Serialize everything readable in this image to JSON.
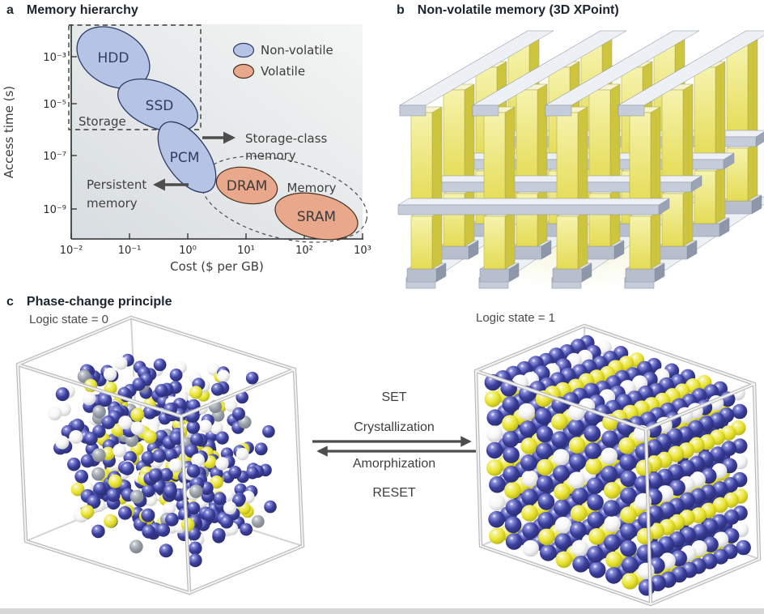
{
  "panels": {
    "a": {
      "tag": "a",
      "title": "Memory hierarchy"
    },
    "b": {
      "tag": "b",
      "title": "Non-volatile memory (3D XPoint)"
    },
    "c": {
      "tag": "c",
      "title": "Phase-change principle"
    }
  },
  "chart_data": {
    "type": "scatter",
    "title": "Memory hierarchy",
    "xlabel": "Cost ($ per GB)",
    "ylabel": "Access time (s)",
    "x_scale": "log",
    "y_scale": "log",
    "x_range": [
      0.01,
      1000
    ],
    "y_range": [
      1e-10,
      0.01
    ],
    "grid": false,
    "x_ticks": [
      "10⁻²",
      "10⁻¹",
      "10⁰",
      "10¹",
      "10²",
      "10³"
    ],
    "y_ticks": [
      "10⁻³",
      "10⁻⁵",
      "10⁻⁷",
      "10⁻⁹"
    ],
    "legend_position": "top-right",
    "legend": [
      {
        "label": "Non-volatile",
        "color": "#b5c4e4"
      },
      {
        "label": "Volatile",
        "color": "#e9a88c"
      }
    ],
    "items": [
      {
        "label": "HDD",
        "category": "non-volatile",
        "cost_usd_per_gb": 0.05,
        "access_time_s": 0.001
      },
      {
        "label": "SSD",
        "category": "non-volatile",
        "cost_usd_per_gb": 0.3,
        "access_time_s": 1e-05
      },
      {
        "label": "PCM",
        "category": "non-volatile",
        "cost_usd_per_gb": 1,
        "access_time_s": 1e-07
      },
      {
        "label": "DRAM",
        "category": "volatile",
        "cost_usd_per_gb": 10,
        "access_time_s": 8e-09
      },
      {
        "label": "SRAM",
        "category": "volatile",
        "cost_usd_per_gb": 150,
        "access_time_s": 5e-10
      }
    ],
    "groups": [
      {
        "label": "Storage",
        "style": "dashed-rectangle",
        "members": [
          "HDD",
          "SSD"
        ]
      },
      {
        "label": "Memory",
        "style": "dashed-ellipse",
        "members": [
          "DRAM",
          "SRAM"
        ]
      }
    ],
    "annotations": [
      {
        "line1": "Storage-class",
        "line2": "memory",
        "arrow": "right"
      },
      {
        "line1": "Persistent",
        "line2": "memory",
        "arrow": "left"
      }
    ]
  },
  "panel_b_art": {
    "description": "3D crossbar array of stacked memory cells (pillars) between perpendicular word/bit lines",
    "colors": {
      "pillar_light": "#f6f3ae",
      "pillar_mid": "#e4dc55",
      "pillar_side": "#cdc53d",
      "pillar_top": "#f7f4cf",
      "rail_top": "#edf0f5",
      "rail_front": "#c6cdda",
      "rail_side": "#9ba4b6",
      "glow": "#dde289"
    }
  },
  "panel_c": {
    "left_caption": "Logic state = 0",
    "right_caption": "Logic state = 1",
    "left_phase": "amorphous",
    "right_phase": "crystalline",
    "set_label": "SET",
    "forward_label": "Crystallization",
    "backward_label": "Amorphization",
    "reset_label": "RESET",
    "arrow_color": "#4d4d4d",
    "atom_colors": {
      "blue": "#3b3f9e",
      "yellow": "#e9e42f",
      "white": "#f6f6f6",
      "gray": "#979da6"
    }
  }
}
